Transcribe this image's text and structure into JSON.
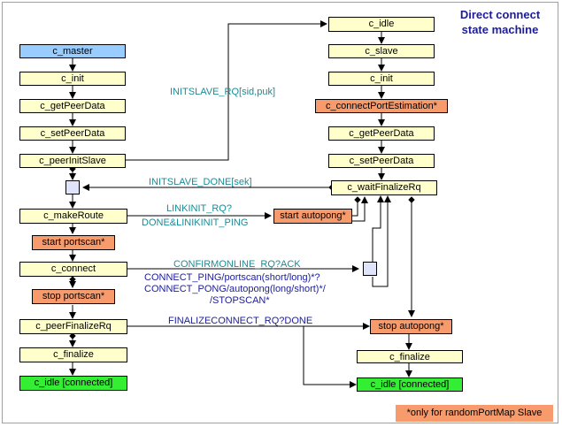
{
  "title": {
    "line1": "Direct connect",
    "line2": "state machine"
  },
  "left_states": {
    "master": "c_master",
    "init": "c_init",
    "getPeerData": "c_getPeerData",
    "setPeerData": "c_setPeerData",
    "peerInitSlave": "c_peerInitSlave",
    "makeRoute": "c_makeRoute",
    "startPortscan": "start portscan*",
    "connect": "c_connect",
    "stopPortscan": "stop portscan*",
    "peerFinalizeRq": "c_peerFinalizeRq",
    "finalize": "c_finalize",
    "idleConnected": "c_idle [connected]"
  },
  "right_states": {
    "idle": "c_idle",
    "slave": "c_slave",
    "init": "c_init",
    "connectPortEstimation": "c_connectPortEstimation*",
    "getPeerData": "c_getPeerData",
    "setPeerData": "c_setPeerData",
    "waitFinalizeRq": "c_waitFinalizeRq",
    "startAutopong": "start autopong*",
    "stopAutopong": "stop autopong*",
    "finalize": "c_finalize",
    "idleConnected": "c_idle [connected]"
  },
  "messages": {
    "initSlaveRq": "INITSLAVE_RQ[sid,puk]",
    "initSlaveDone": "INITSLAVE_DONE[sek]",
    "linkInitRq": "LINKINIT_RQ?",
    "linkInitDone": "DONE&LINIKINIT_PING",
    "confirmOnline": "CONFIRMONLINE_RQ?ACK",
    "connectPing": "CONNECT_PING/portscan(short/long)*?",
    "connectPong": "CONNECT_PONG/autopong(long/short)*/",
    "stopScan": "/STOPSCAN*",
    "finalizeConnect": "FINALIZECONNECT_RQ?DONE"
  },
  "footnote": "*only for randomPortMap Slave",
  "colors": {
    "state": "#ffffcc",
    "start": "#99ccff",
    "action": "#f79a6c",
    "final": "#33ee33",
    "junction": "#e0e4fa",
    "teal_text": "#1a8c96",
    "navy_text": "#1c1c9c"
  }
}
